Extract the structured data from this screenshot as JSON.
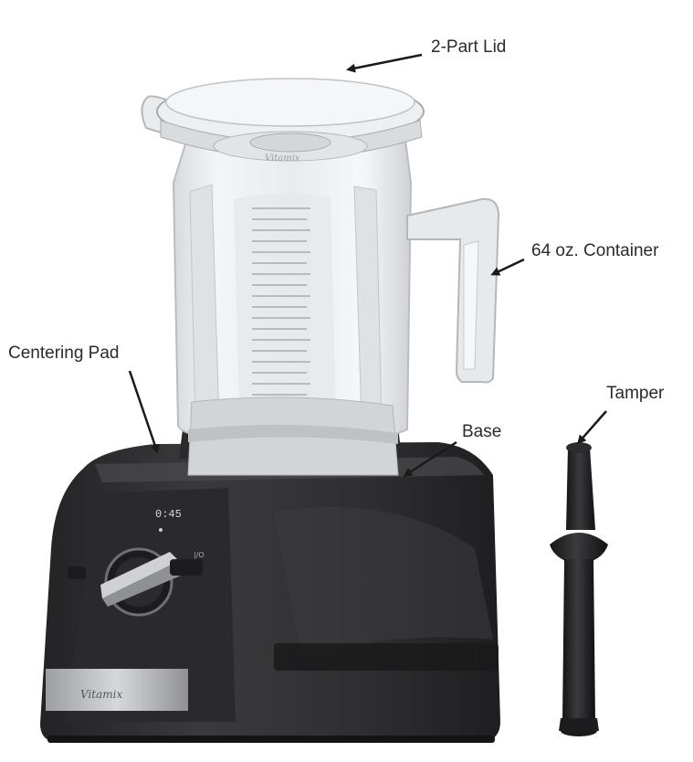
{
  "labels": {
    "lid": "2-Part Lid",
    "container": "64 oz. Container",
    "centering_pad": "Centering Pad",
    "tamper": "Tamper",
    "base": "Base"
  },
  "product": {
    "brand_mark": "Vitamix",
    "display_readout": "0:45"
  },
  "colors": {
    "base_body": "#2c2c2e",
    "container": "#eef0f2",
    "label_text": "#2b2b2b",
    "arrow": "#1a1a1a"
  }
}
